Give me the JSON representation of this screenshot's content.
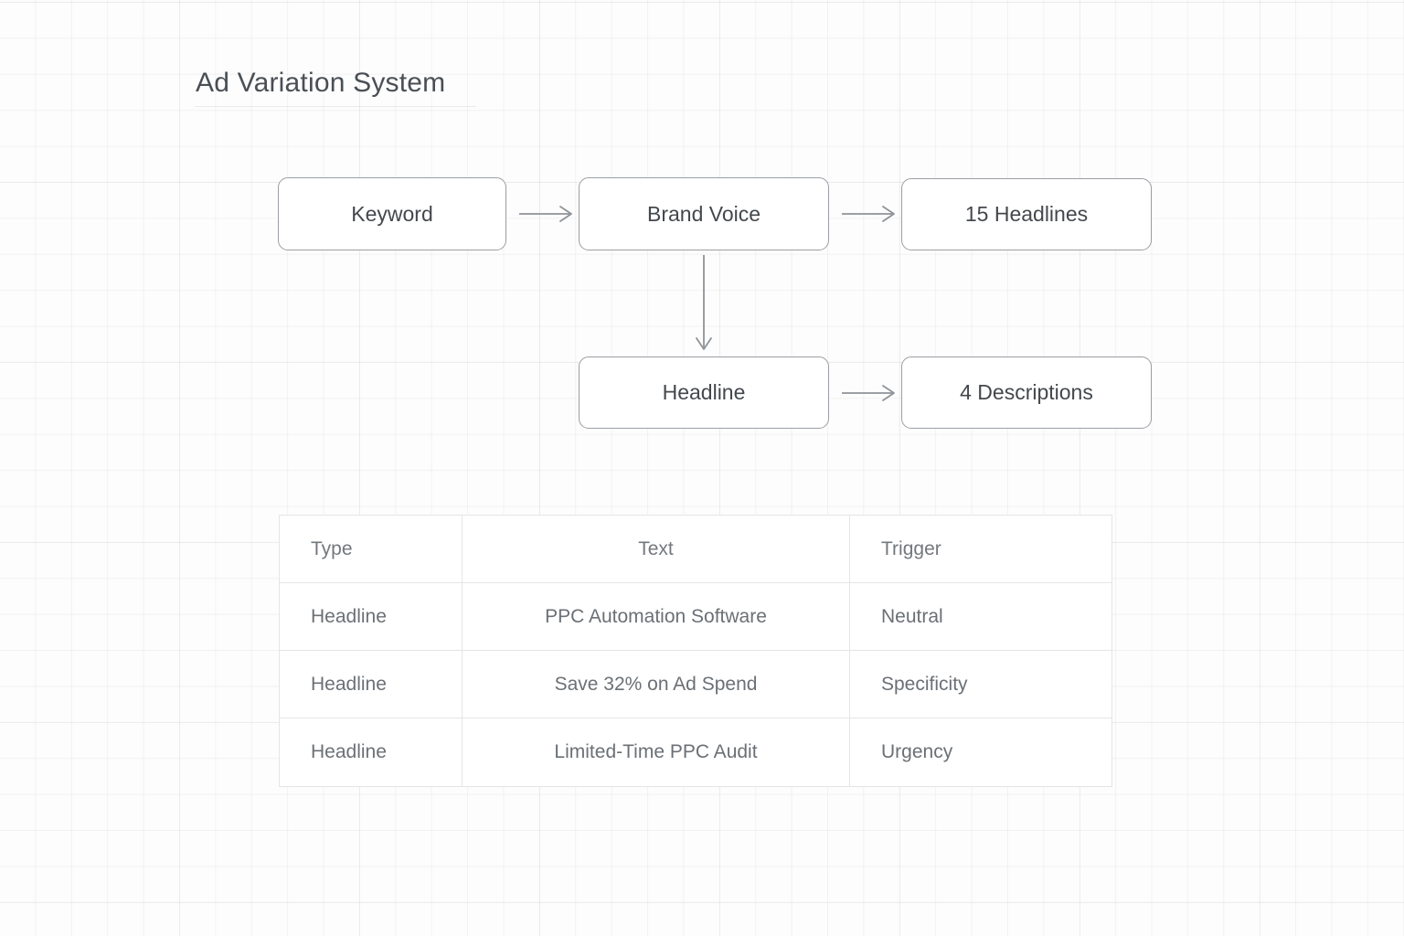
{
  "page": {
    "title": "Ad Variation System",
    "background": "#fdfdfd",
    "ink_color": "#4a4f55",
    "node_border_color": "#9a9ea3",
    "table_border_color": "#e3e5e7"
  },
  "flow": {
    "nodes": [
      {
        "id": "keyword",
        "label": "Keyword"
      },
      {
        "id": "brand-voice",
        "label": "Brand Voice"
      },
      {
        "id": "15-headlines",
        "label": "15 Headlines"
      },
      {
        "id": "headline",
        "label": "Headline"
      },
      {
        "id": "4-descriptions",
        "label": "4 Descriptions"
      }
    ],
    "edges": [
      {
        "from": "keyword",
        "to": "brand-voice",
        "direction": "right"
      },
      {
        "from": "brand-voice",
        "to": "15-headlines",
        "direction": "right"
      },
      {
        "from": "brand-voice",
        "to": "headline",
        "direction": "down"
      },
      {
        "from": "headline",
        "to": "4-descriptions",
        "direction": "right"
      }
    ]
  },
  "table": {
    "columns": [
      "Type",
      "Text",
      "Trigger"
    ],
    "rows": [
      {
        "type": "Headline",
        "text": "PPC Automation Software",
        "trigger": "Neutral"
      },
      {
        "type": "Headline",
        "text": "Save 32% on Ad Spend",
        "trigger": "Specificity"
      },
      {
        "type": "Headline",
        "text": "Limited-Time PPC Audit",
        "trigger": "Urgency"
      }
    ]
  }
}
